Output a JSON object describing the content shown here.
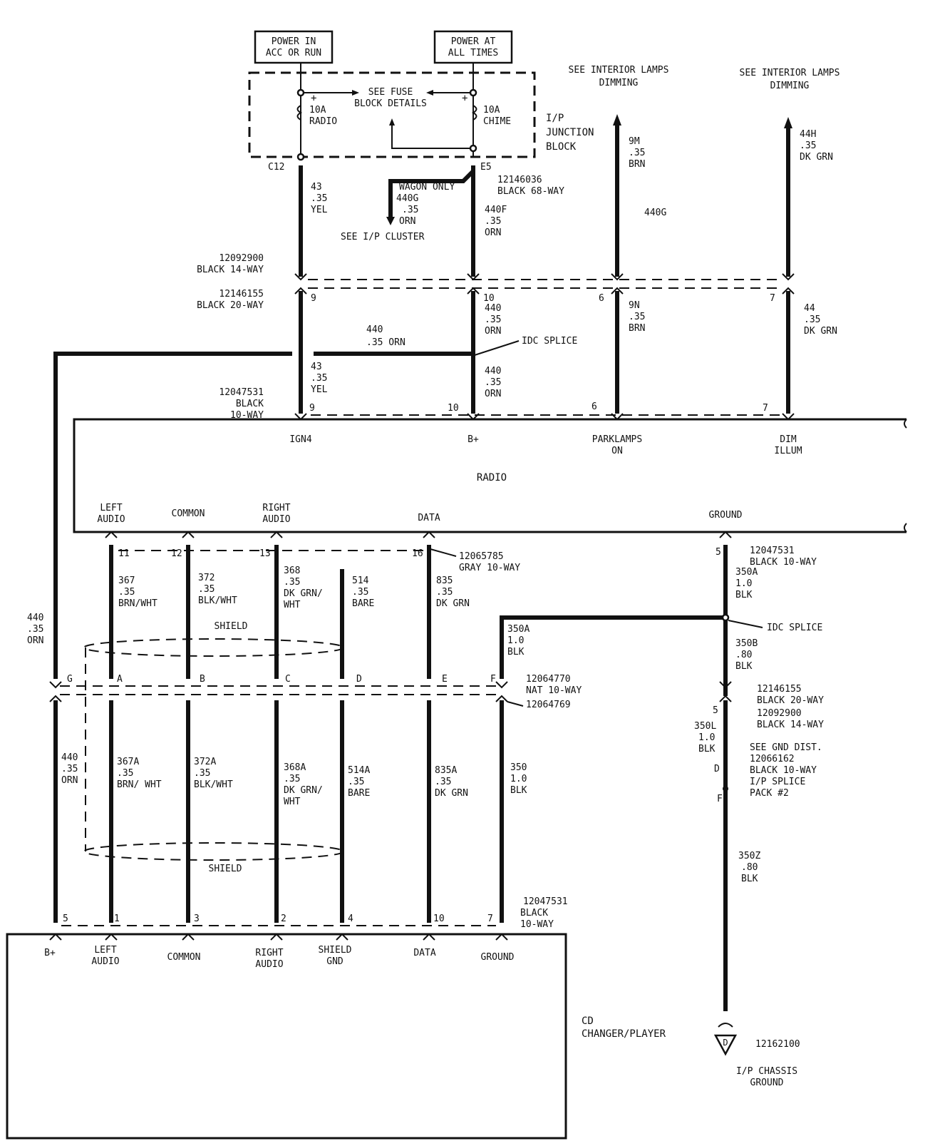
{
  "power": {
    "acc_run": [
      "POWER IN",
      "ACC OR RUN"
    ],
    "all_times": [
      "POWER AT",
      "ALL TIMES"
    ]
  },
  "fuse_block": {
    "details": [
      "SEE FUSE",
      "BLOCK DETAILS"
    ],
    "fuse_radio": [
      "10A",
      "RADIO"
    ],
    "fuse_chime": [
      "10A",
      "CHIME"
    ],
    "junction": [
      "I/P",
      "JUNCTION",
      "BLOCK"
    ],
    "pin_c12": "C12",
    "pin_e5": "E5",
    "connector": [
      "12146036",
      "BLACK 68-WAY"
    ]
  },
  "wagon": {
    "label": [
      "WAGON ONLY",
      "440G",
      ".35",
      "ORN"
    ],
    "see": "SEE I/P CLUSTER",
    "tag": "440G"
  },
  "interior_lamps": {
    "left": [
      "SEE INTERIOR LAMPS",
      "DIMMING"
    ],
    "right": [
      "SEE INTERIOR LAMPS",
      "DIMMING"
    ]
  },
  "upper_wires": {
    "w43": [
      "43",
      ".35",
      "YEL"
    ],
    "w440f": [
      "440F",
      ".35",
      "ORN"
    ],
    "w9m": [
      "9M",
      ".35",
      "BRN"
    ],
    "w44h": [
      "44H",
      ".35",
      "DK GRN"
    ]
  },
  "inline_1": {
    "conn_a": [
      "12092900",
      "BLACK 14-WAY"
    ],
    "conn_b": [
      "12146155",
      "BLACK 20-WAY"
    ],
    "pins": [
      "9",
      "10",
      "6",
      "7"
    ]
  },
  "mid_wires": {
    "w440_top": [
      "440",
      ".35",
      "ORN"
    ],
    "w440_horiz": [
      "440",
      ".35 ORN"
    ],
    "w43": [
      "43",
      ".35",
      "YEL"
    ],
    "w440_bot": [
      "440",
      ".35",
      "ORN"
    ],
    "w9n": [
      "9N",
      ".35",
      "BRN"
    ],
    "w44": [
      "44",
      ".35",
      "DK GRN"
    ],
    "idc_splice": "IDC SPLICE"
  },
  "radio": {
    "conn_top": [
      "12047531",
      "BLACK",
      "10-WAY"
    ],
    "pins_top": [
      "9",
      "10",
      "6",
      "7"
    ],
    "terminals_top": [
      [
        "IGN4"
      ],
      [
        "B+"
      ],
      [
        "PARKLAMPS",
        "ON"
      ],
      [
        "DIM",
        "ILLUM"
      ]
    ],
    "title": "RADIO",
    "terminals_bottom": [
      [
        "LEFT",
        "AUDIO"
      ],
      [
        "COMMON"
      ],
      [
        "RIGHT",
        "AUDIO"
      ],
      [
        "DATA"
      ],
      [
        "GROUND"
      ]
    ],
    "pins_bottom": [
      "11",
      "12",
      "13",
      "16",
      "5"
    ],
    "conn_gray": [
      "12065785",
      "GRAY 10-WAY"
    ],
    "conn_ground": [
      "12047531",
      "BLACK 10-WAY"
    ]
  },
  "lower_wires": {
    "w367": [
      "367",
      ".35",
      "BRN/WHT"
    ],
    "w372": [
      "372",
      ".35",
      "BLK/WHT"
    ],
    "w368": [
      "368",
      ".35",
      "DK GRN/",
      "WHT"
    ],
    "w514": [
      "514",
      ".35",
      "BARE"
    ],
    "w835": [
      "835",
      ".35",
      "DK GRN"
    ],
    "w350a_gnd": [
      "350A",
      "1.0",
      "BLK"
    ],
    "w350a": [
      "350A",
      "1.0",
      "BLK"
    ],
    "w440_left": [
      "440",
      ".35",
      "ORN"
    ],
    "shield_top": "SHIELD",
    "idc_splice": "IDC SPLICE",
    "w350b": [
      "350B",
      ".80",
      "BLK"
    ]
  },
  "inline_2": {
    "pins": [
      "G",
      "A",
      "B",
      "C",
      "D",
      "E",
      "F"
    ],
    "conn_a": [
      "12064770",
      "NAT 10-WAY"
    ],
    "conn_b": "12064769",
    "conn_ground": [
      "12146155",
      "BLACK 20-WAY",
      "12092900",
      "BLACK 14-WAY"
    ],
    "pin_gnd": "5"
  },
  "bottom_wires": {
    "w440": [
      "440",
      ".35",
      "ORN"
    ],
    "w367a": [
      "367A",
      ".35",
      "BRN/ WHT"
    ],
    "w372a": [
      "372A",
      ".35",
      "BLK/WHT"
    ],
    "w368a": [
      "368A",
      ".35",
      "DK GRN/",
      "WHT"
    ],
    "w514a": [
      "514A",
      ".35",
      "BARE"
    ],
    "w835a": [
      "835A",
      ".35",
      "DK GRN"
    ],
    "w350": [
      "350",
      "1.0",
      "BLK"
    ],
    "shield_bottom": "SHIELD",
    "w350l": [
      "350L",
      "1.0",
      "BLK"
    ],
    "gnd_dist": [
      "SEE GND DIST.",
      "12066162",
      "BLACK 10-WAY",
      "I/P SPLICE",
      "PACK #2"
    ],
    "splice_pins": [
      "D",
      "F"
    ],
    "w350z": [
      "350Z",
      ".80",
      "BLK"
    ]
  },
  "cd_changer": {
    "conn": [
      "12047531",
      "BLACK",
      "10-WAY"
    ],
    "pins": [
      "5",
      "1",
      "3",
      "2",
      "4",
      "10",
      "7"
    ],
    "terminals": [
      [
        "B+"
      ],
      [
        "LEFT",
        "AUDIO"
      ],
      [
        "COMMON"
      ],
      [
        "RIGHT",
        "AUDIO"
      ],
      [
        "SHIELD",
        "GND"
      ],
      [
        "DATA"
      ],
      [
        "GROUND"
      ]
    ],
    "name": [
      "CD",
      "CHANGER/PLAYER"
    ]
  },
  "chassis_ground": {
    "part": "12162100",
    "letter": "D",
    "label": [
      "I/P CHASSIS",
      "GROUND"
    ]
  }
}
